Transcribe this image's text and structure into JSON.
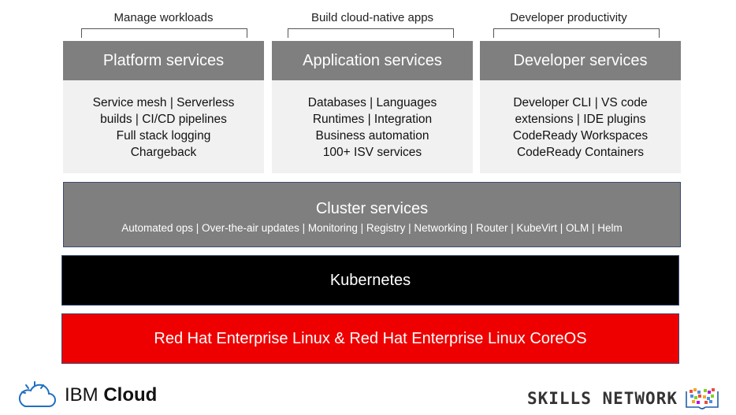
{
  "top_labels": [
    "Manage workloads",
    "Build cloud-native apps",
    "Developer productivity"
  ],
  "columns": [
    {
      "title": "Platform services",
      "lines": [
        "Service mesh | Serverless",
        "builds | CI/CD pipelines",
        "Full stack logging",
        "Chargeback"
      ]
    },
    {
      "title": "Application services",
      "lines": [
        "Databases | Languages",
        "Runtimes | Integration",
        "Business automation",
        "100+ ISV services"
      ]
    },
    {
      "title": "Developer services",
      "lines": [
        "Developer CLI | VS code",
        "extensions | IDE plugins",
        "CodeReady Workspaces",
        "CodeReady Containers"
      ]
    }
  ],
  "cluster": {
    "title": "Cluster services",
    "subtitle": "Automated ops | Over-the-air updates | Monitoring | Registry | Networking | Router | KubeVirt | OLM | Helm"
  },
  "kubernetes": {
    "title": "Kubernetes"
  },
  "rhel": {
    "title": "Red Hat Enterprise Linux & Red Hat Enterprise Linux CoreOS"
  },
  "logos": {
    "ibm_prefix": "IBM",
    "ibm_suffix": "Cloud",
    "skills": "SKILLS NETWORK"
  },
  "colors": {
    "header_gray": "#7f7f7f",
    "panel_bg": "#f1f1f1",
    "kubernetes_bg": "#000000",
    "rhel_red": "#ee0000",
    "ibm_blue": "#1f70c1"
  }
}
